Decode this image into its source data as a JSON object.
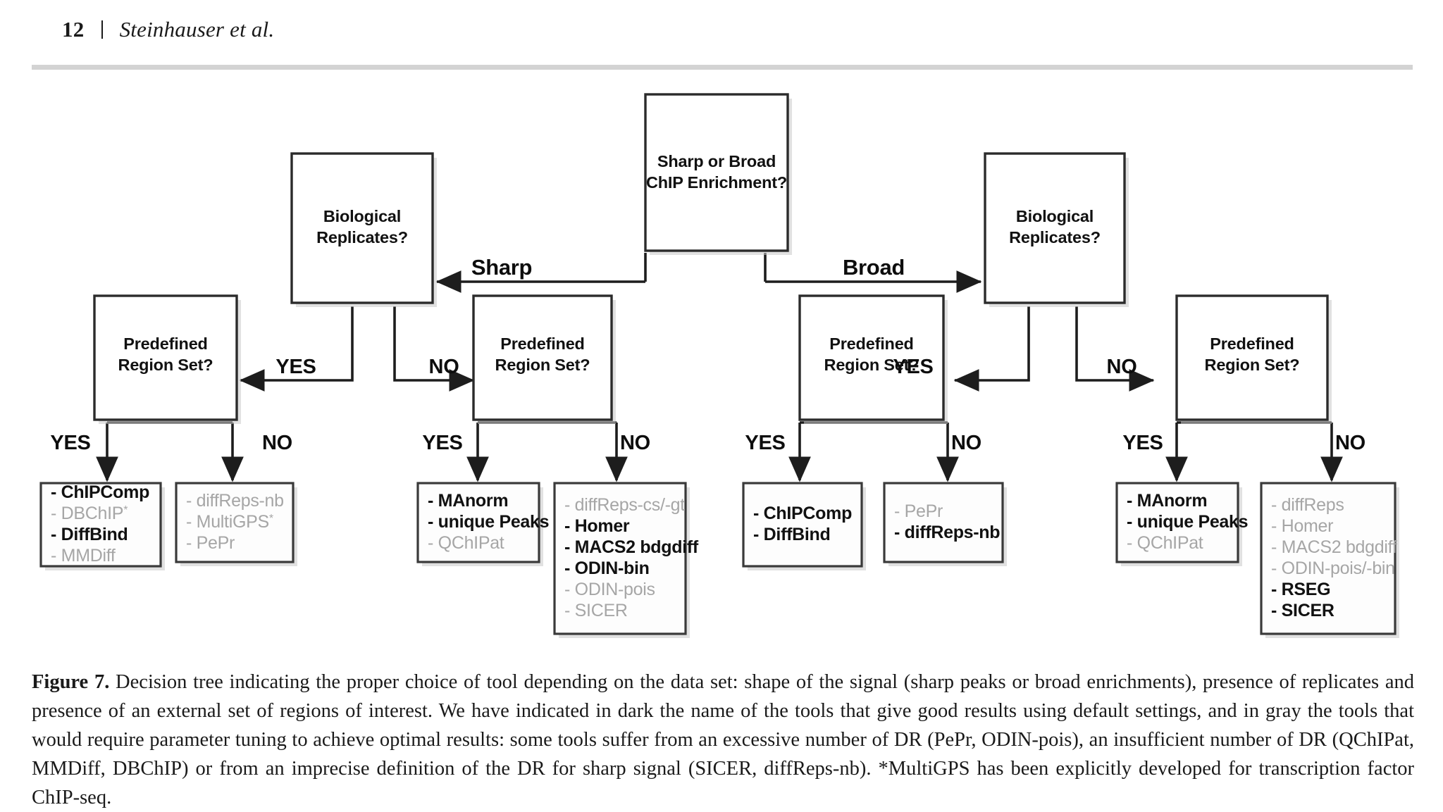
{
  "header": {
    "page_number": "12",
    "separator": "|",
    "authors": "Steinhauser et al."
  },
  "figure": {
    "root": {
      "line1": "Sharp or Broad",
      "line2": "ChIP Enrichment?"
    },
    "branch_labels": {
      "sharp": "Sharp",
      "broad": "Broad"
    },
    "decision_replicates": {
      "line1": "Biological",
      "line2": "Replicates?"
    },
    "decision_regions": {
      "line1": "Predefined",
      "line2": "Region Set?"
    },
    "yes": "YES",
    "no": "NO",
    "leaves": [
      {
        "id": "sharp-rep-yes",
        "items": [
          {
            "name": "- ChIPComp",
            "style": "dark",
            "star": false
          },
          {
            "name": "- DBChIP",
            "style": "gray",
            "star": true
          },
          {
            "name": "- DiffBind",
            "style": "dark",
            "star": false
          },
          {
            "name": "- MMDiff",
            "style": "gray",
            "star": false
          }
        ]
      },
      {
        "id": "sharp-rep-no",
        "items": [
          {
            "name": "- diffReps-nb",
            "style": "gray",
            "star": false
          },
          {
            "name": "- MultiGPS",
            "style": "gray",
            "star": true
          },
          {
            "name": "- PePr",
            "style": "gray",
            "star": false
          }
        ]
      },
      {
        "id": "sharp-norep-yes",
        "items": [
          {
            "name": "- MAnorm",
            "style": "dark",
            "star": false
          },
          {
            "name": "- unique Peaks",
            "style": "dark",
            "star": false
          },
          {
            "name": "- QChIPat",
            "style": "gray",
            "star": false
          }
        ]
      },
      {
        "id": "sharp-norep-no",
        "items": [
          {
            "name": "- diffReps-cs/-gt",
            "style": "gray",
            "star": false
          },
          {
            "name": "- Homer",
            "style": "dark",
            "star": false
          },
          {
            "name": "- MACS2 bdgdiff",
            "style": "dark",
            "star": false
          },
          {
            "name": "- ODIN-bin",
            "style": "dark",
            "star": false
          },
          {
            "name": "- ODIN-pois",
            "style": "gray",
            "star": false
          },
          {
            "name": "- SICER",
            "style": "gray",
            "star": false
          }
        ]
      },
      {
        "id": "broad-rep-yes",
        "items": [
          {
            "name": "- ChIPComp",
            "style": "dark",
            "star": false
          },
          {
            "name": "- DiffBind",
            "style": "dark",
            "star": false
          }
        ]
      },
      {
        "id": "broad-rep-no",
        "items": [
          {
            "name": "- PePr",
            "style": "gray",
            "star": false
          },
          {
            "name": "- diffReps-nb",
            "style": "dark",
            "star": false
          }
        ]
      },
      {
        "id": "broad-norep-yes",
        "items": [
          {
            "name": "- MAnorm",
            "style": "dark",
            "star": false
          },
          {
            "name": "- unique Peaks",
            "style": "dark",
            "star": false
          },
          {
            "name": "- QChIPat",
            "style": "gray",
            "star": false
          }
        ]
      },
      {
        "id": "broad-norep-no",
        "items": [
          {
            "name": "- diffReps",
            "style": "gray",
            "star": false
          },
          {
            "name": "- Homer",
            "style": "gray",
            "star": false
          },
          {
            "name": "- MACS2 bdgdiff",
            "style": "gray",
            "star": false
          },
          {
            "name": "- ODIN-pois/-bin",
            "style": "gray",
            "star": false
          },
          {
            "name": "- RSEG",
            "style": "dark",
            "star": false
          },
          {
            "name": "- SICER",
            "style": "dark",
            "star": false
          }
        ]
      }
    ]
  },
  "caption": {
    "label": "Figure 7.",
    "text": " Decision tree indicating the proper choice of tool depending on the data set: shape of the signal (sharp peaks or broad enrichments), presence of replicates and presence of an external set of regions of interest. We have indicated in dark the name of the tools that give good results using default settings, and in gray the tools that would require parameter tuning to achieve optimal results: some tools suffer from an excessive number of DR (PePr, ODIN-pois), an insufficient number of DR (QChIPat, MMDiff, DBChIP) or from an imprecise definition of the DR for sharp signal (SICER, diffReps-nb). *MultiGPS has been explicitly developed for transcription factor ChIP-seq."
  },
  "colors": {
    "ink": "#111111",
    "gray_tool": "#a6a6a6",
    "rule": "#d3d3d3",
    "box_stroke": "#2b2b2b"
  }
}
